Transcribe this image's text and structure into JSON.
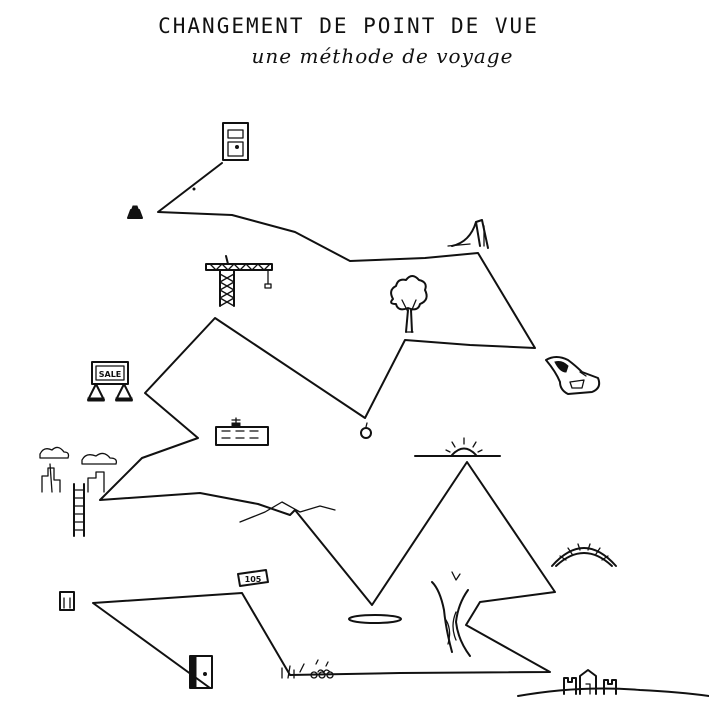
{
  "title": "CHANGEMENT DE POINT DE VUE",
  "subtitle": "une méthode de voyage",
  "sign_text": "SALE",
  "badge_text": "105",
  "colors": {
    "ink": "#111111",
    "paper": "#ffffff"
  },
  "icons": [
    "door-icon",
    "traffic-cone-icon",
    "slide-icon",
    "crane-icon",
    "tree-icon",
    "apple-icon",
    "sign-icon",
    "building-icon",
    "sunset-icon",
    "cloud-icon",
    "ladder-icon",
    "rock-icon",
    "arch-bridge-icon",
    "waterfall-icon",
    "lake-icon",
    "castle-icon",
    "small-door-icon"
  ]
}
